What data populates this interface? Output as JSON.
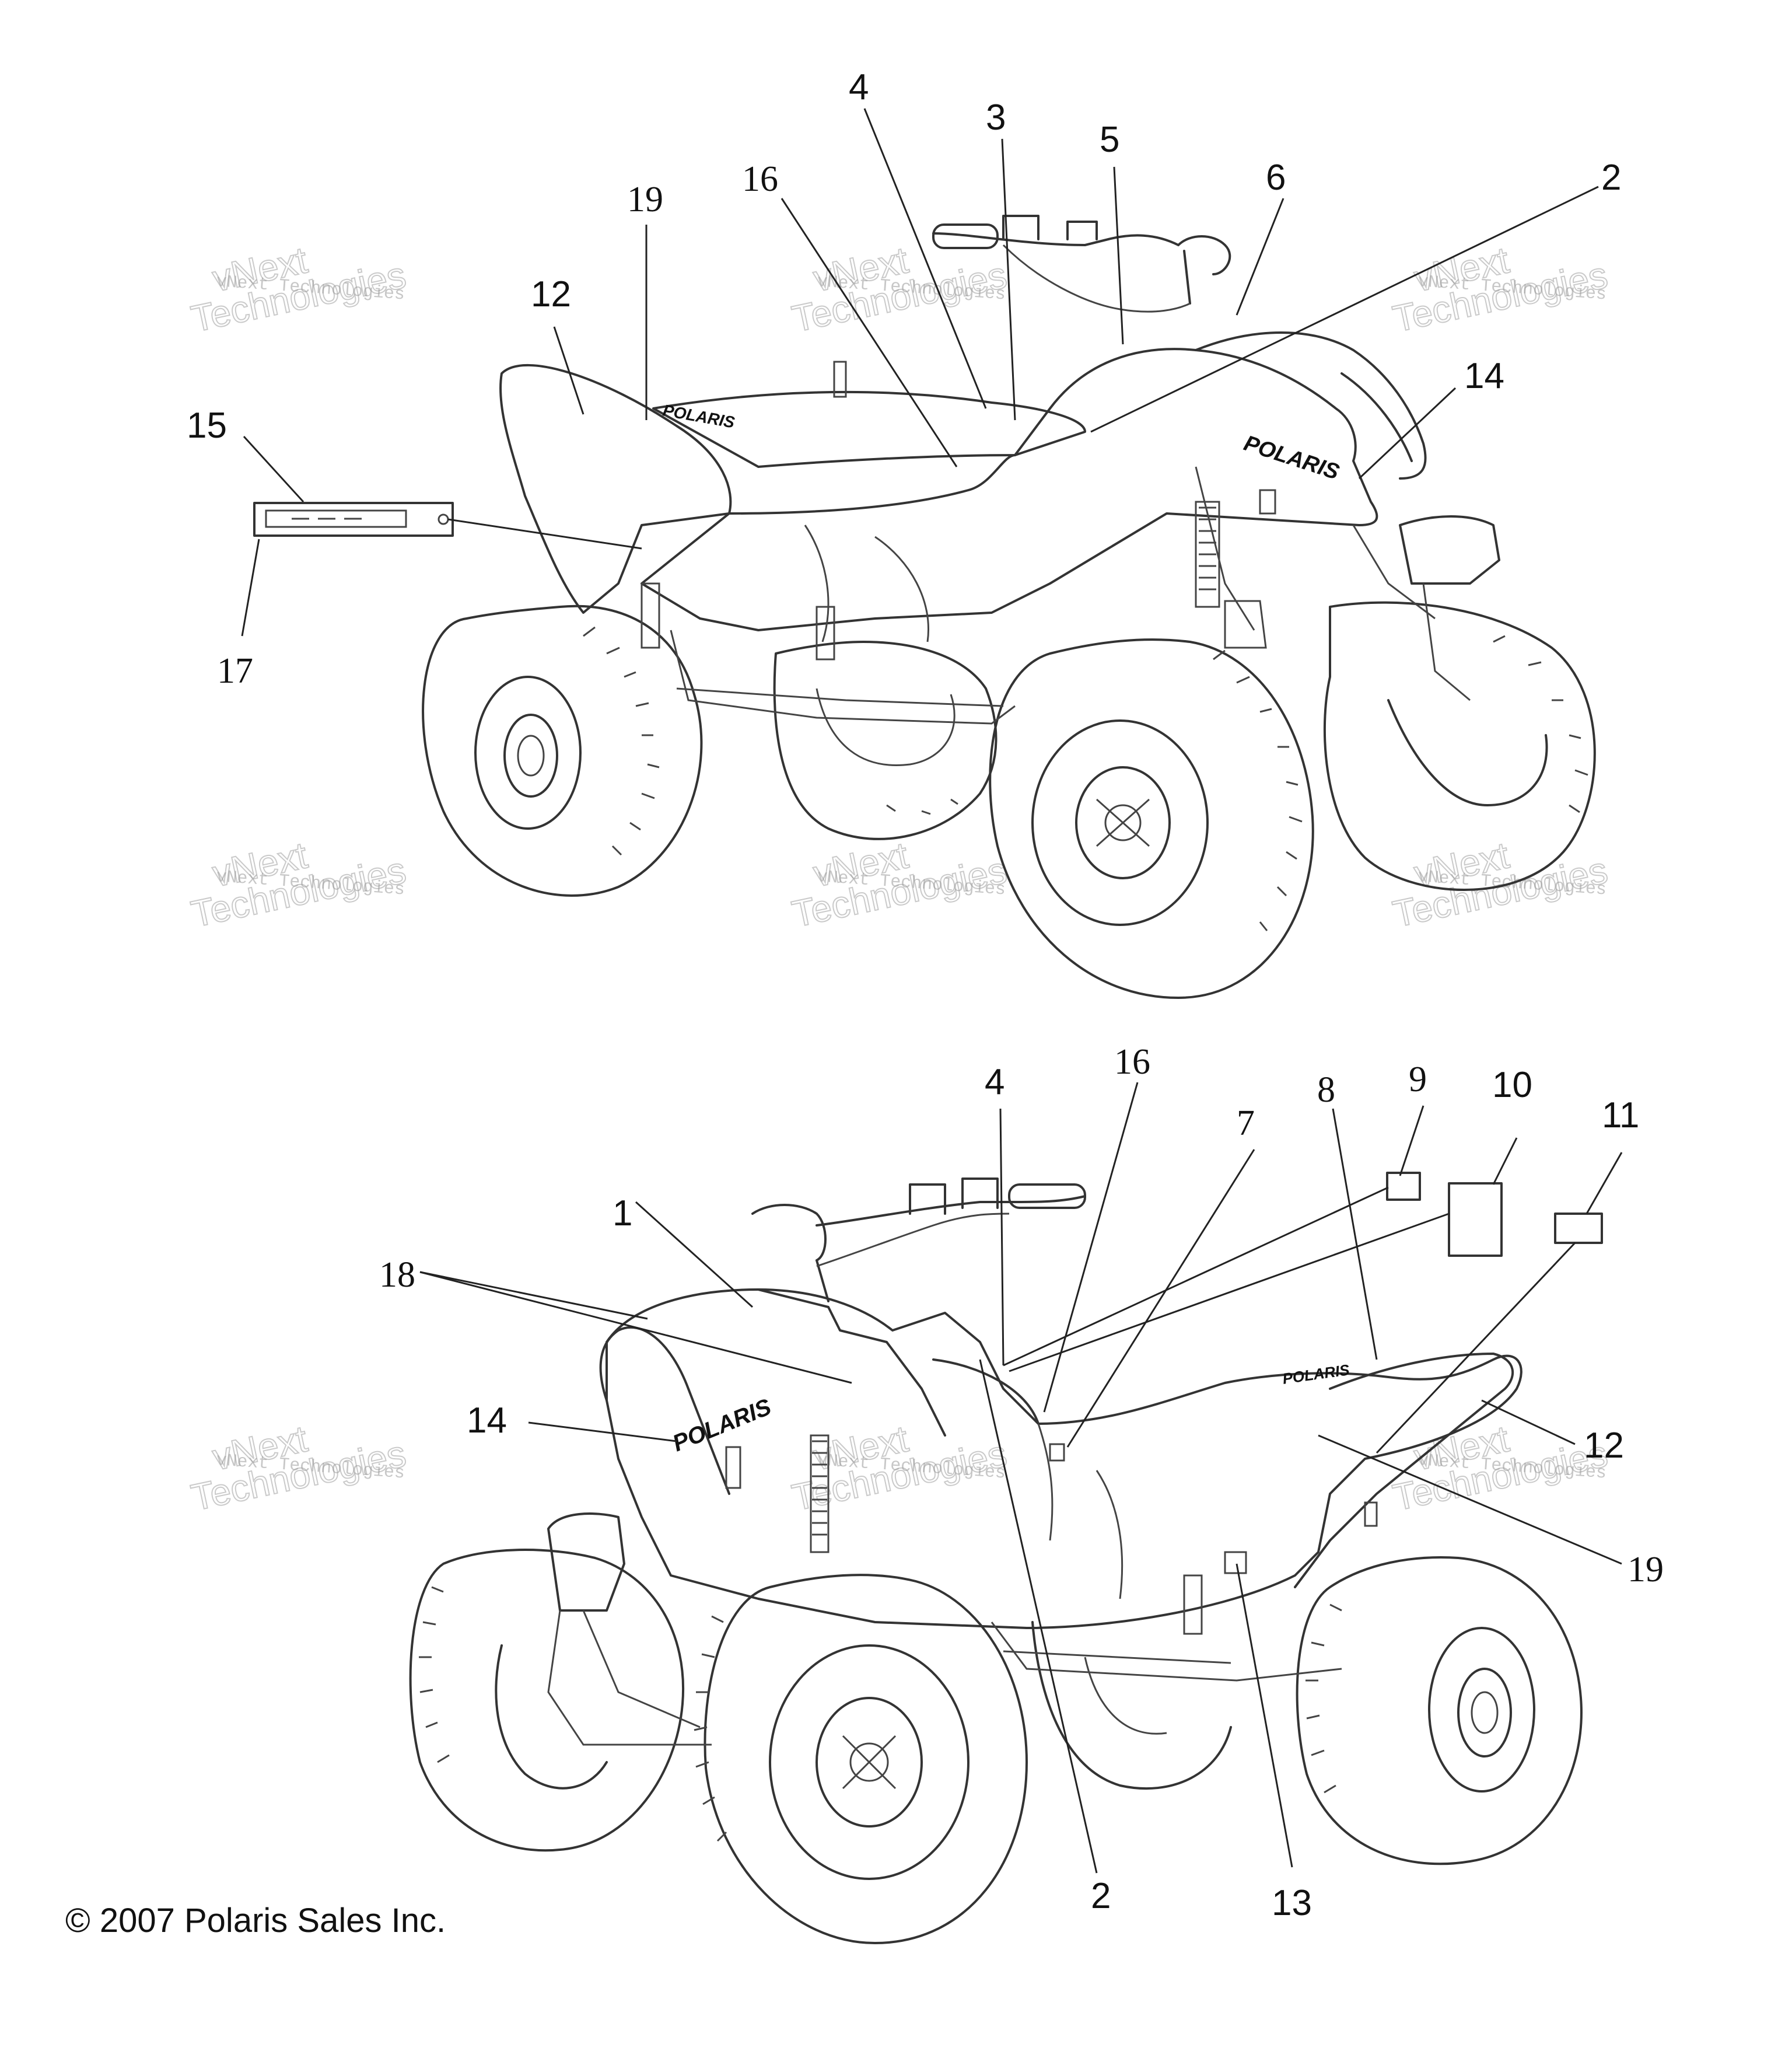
{
  "copyright": "© 2007 Polaris Sales Inc.",
  "brand_mark": "POLARIS",
  "watermark": {
    "line1": "vNext Technologies",
    "line2a": "vNext",
    "line2b": "Technologies"
  },
  "top_view": {
    "callouts": [
      "2",
      "3",
      "4",
      "5",
      "6",
      "12",
      "14",
      "15",
      "16",
      "17",
      "19"
    ]
  },
  "bottom_view": {
    "callouts": [
      "1",
      "2",
      "4",
      "7",
      "8",
      "9",
      "10",
      "11",
      "12",
      "13",
      "14",
      "16",
      "18",
      "19"
    ]
  }
}
